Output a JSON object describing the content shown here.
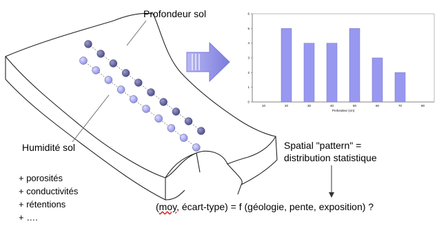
{
  "labels": {
    "depth": "Profondeur sol",
    "moisture": "Humidité sol",
    "spatial_line1": "Spatial \"pattern\" =",
    "spatial_line2": "distribution statistique",
    "formula_underlined": "moy",
    "formula_rest": ", écart-type) = f (géologie, pente, exposition) ?"
  },
  "properties": [
    "+ porosités",
    "+ conductivités",
    "+ rétentions",
    "+ …."
  ],
  "colors": {
    "dark_point": "#5a5a8e",
    "light_point": "#a6a6f0",
    "bar_fill": "#9898f0",
    "arrow": "#8f8fe0",
    "plot_area": "#c0c0c0"
  },
  "chart_data": {
    "type": "bar",
    "xlabel": "Profondeur (cm)",
    "ylabel": "",
    "x_ticks": [
      10,
      20,
      30,
      40,
      50,
      60,
      70,
      80
    ],
    "y_ticks": [
      0,
      1,
      2,
      3,
      4,
      5,
      6
    ],
    "ylim": [
      0,
      6
    ],
    "xlim": [
      5,
      85
    ],
    "grid": false,
    "series": [
      {
        "x": [
          20,
          30,
          40,
          50,
          60,
          70
        ],
        "values": [
          5,
          4,
          4,
          5,
          3,
          2
        ]
      }
    ]
  }
}
